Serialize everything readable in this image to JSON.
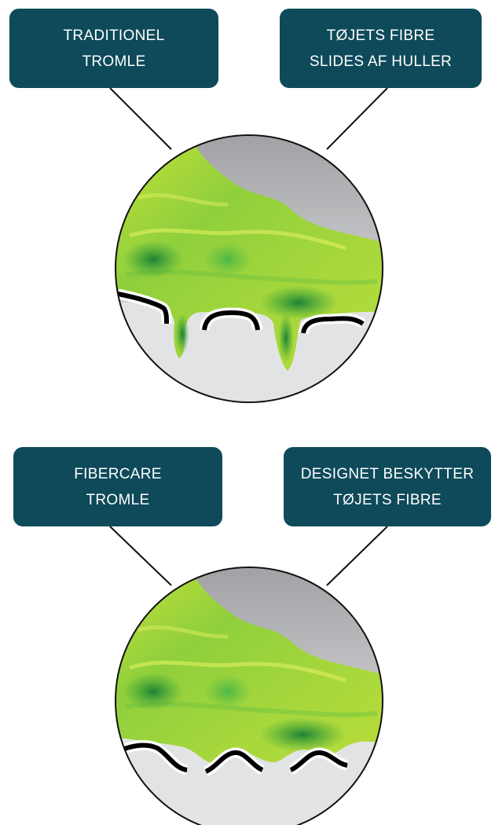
{
  "top_panel": {
    "left_label": {
      "line1": "TRADITIONEL",
      "line2": "TROMLE"
    },
    "right_label": {
      "line1": "TØJETS FIBRE",
      "line2": "SLIDES AF HULLER"
    }
  },
  "bottom_panel": {
    "left_label": {
      "line1": "FIBERCARE",
      "line2": "TROMLE"
    },
    "right_label": {
      "line1": "DESIGNET BESKYTTER",
      "line2": "TØJETS FIBRE"
    }
  },
  "colors": {
    "label_background": "#0e4a5a",
    "label_text": "#ffffff",
    "fabric_light": "#b7dd3a",
    "fabric_dark": "#1f9a3a",
    "drum_gray": "#bfc0c2",
    "drum_surface": "#e2e3e4",
    "drum_line": "#000000"
  }
}
